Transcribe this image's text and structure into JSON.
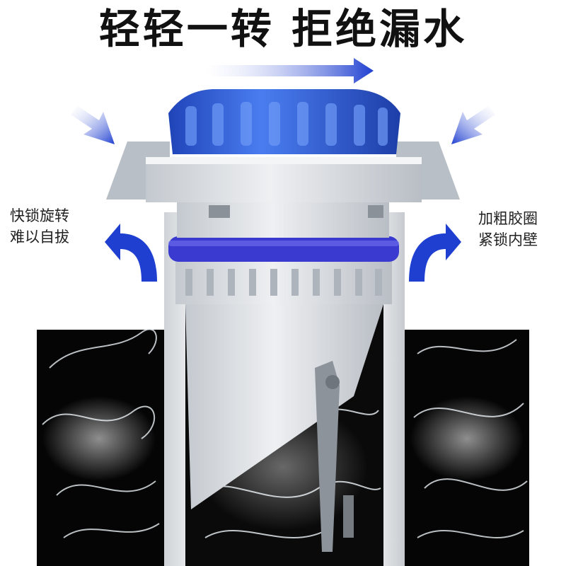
{
  "headline": "轻轻一转 拒绝漏水",
  "left_caption": {
    "line1": "快锁旋转",
    "line2": "难以自拔"
  },
  "right_caption": {
    "line1": "加粗胶圈",
    "line2": "紧锁内壁"
  },
  "colors": {
    "cap_blue": "#2f5fe0",
    "seal_ring": "#3a3ad0",
    "arrow_blue": "#1f3fd0",
    "pipe_dark": "#0a0a0a",
    "valve_grey": "#d6dbe0"
  },
  "icons": [
    "rotate-arrow-icon",
    "inward-arrow-icon",
    "curved-arrow-icon"
  ]
}
